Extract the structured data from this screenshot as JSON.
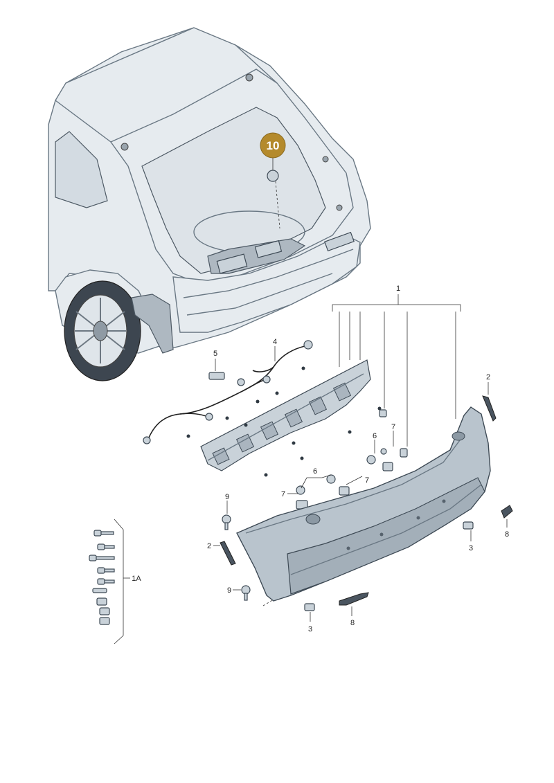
{
  "callouts": {
    "c1": "1",
    "c1a": "1A",
    "c2a": "2",
    "c2b": "2",
    "c3a": "3",
    "c3b": "3",
    "c4": "4",
    "c5": "5",
    "c6a": "6",
    "c6b": "6",
    "c7a": "7",
    "c7b": "7",
    "c7c": "7",
    "c8a": "8",
    "c8b": "8",
    "c9a": "9",
    "c9b": "9",
    "c10": "10"
  },
  "colors": {
    "badge": "#b48a2c",
    "bumper": "#b9c4cd",
    "car_body": "#e6ebef"
  }
}
